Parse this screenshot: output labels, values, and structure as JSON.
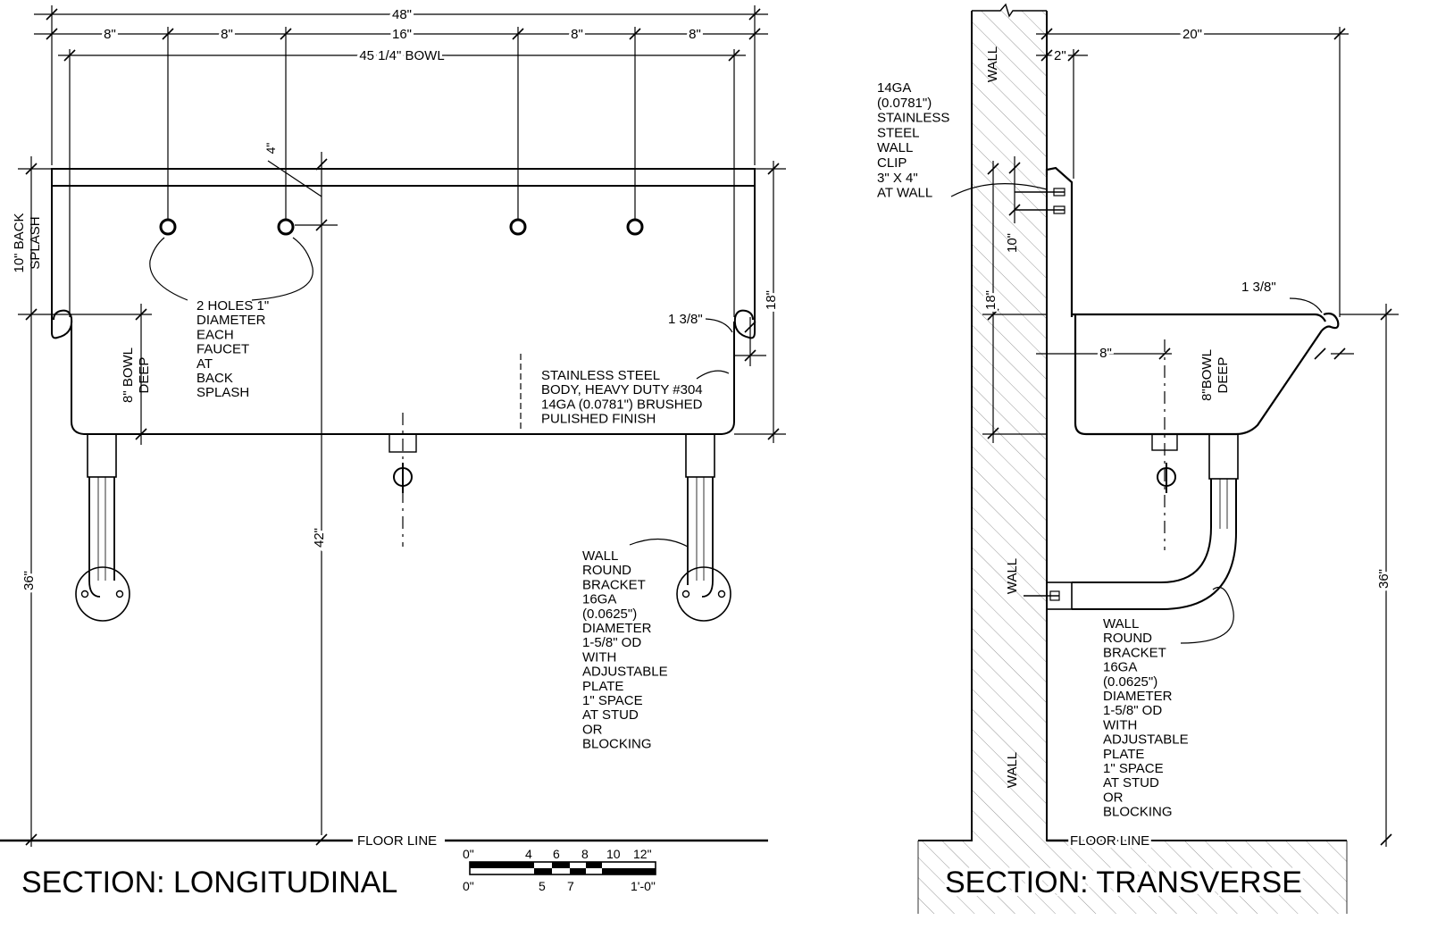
{
  "longitudinal": {
    "title": "SECTION: LONGITUDINAL",
    "dims": {
      "overall": "48\"",
      "seg1": "8\"",
      "seg2": "8\"",
      "seg3": "16\"",
      "seg4": "8\"",
      "seg5": "8\"",
      "bowl": "45 1/4\" BOWL",
      "splash_offset": "4\"",
      "back_splash": "10\" BACK\nSPLASH",
      "bowl_deep": "8\" BOWL\nDEEP",
      "height_42": "42\"",
      "height_36": "36\"",
      "height_18": "18\"",
      "rim": "1 3/8\""
    },
    "notes": {
      "holes": "2 HOLES 1\"\nDIAMETER\nEACH\nFAUCET\nAT\nBACK\nSPLASH",
      "body": "STAINLESS STEEL\nBODY, HEAVY DUTY #304\n14GA (0.0781\") BRUSHED\nPULISHED FINISH",
      "bracket": "WALL\nROUND\nBRACKET\n16GA\n(0.0625\")\nDIAMETER\n1-5/8\" OD\nWITH\nADJUSTABLE\nPLATE\n1\" SPACE\nAT STUD\nOR\nBLOCKING"
    },
    "floor_line": "FLOOR LINE"
  },
  "scale_bar": {
    "top_labels": [
      "0\"",
      "4",
      "6",
      "8",
      "10",
      "12\""
    ],
    "bottom_labels": [
      "0\"",
      "5",
      "7",
      "1'-0\""
    ]
  },
  "transverse": {
    "title": "SECTION: TRANSVERSE",
    "dims": {
      "depth": "20\"",
      "wall_gap": "2\"",
      "clip_h": "10\"",
      "height_18": "18\"",
      "rim": "1 3/8\"",
      "drain": "8\"",
      "bowl_deep": "8\"BOWL\nDEEP",
      "height_36": "36\""
    },
    "wall_labels": [
      "WALL",
      "WALL",
      "WALL"
    ],
    "notes": {
      "clip": "14GA\n(0.0781\")\nSTAINLESS\nSTEEL\nWALL\nCLIP\n3\" X 4\"\nAT WALL",
      "bracket": "WALL\nROUND\nBRACKET\n16GA\n(0.0625\")\nDIAMETER\n1-5/8\" OD\nWITH\nADJUSTABLE\nPLATE\n1\" SPACE\nAT STUD\nOR\nBLOCKING"
    },
    "floor_line": "FLOOR LINE"
  }
}
